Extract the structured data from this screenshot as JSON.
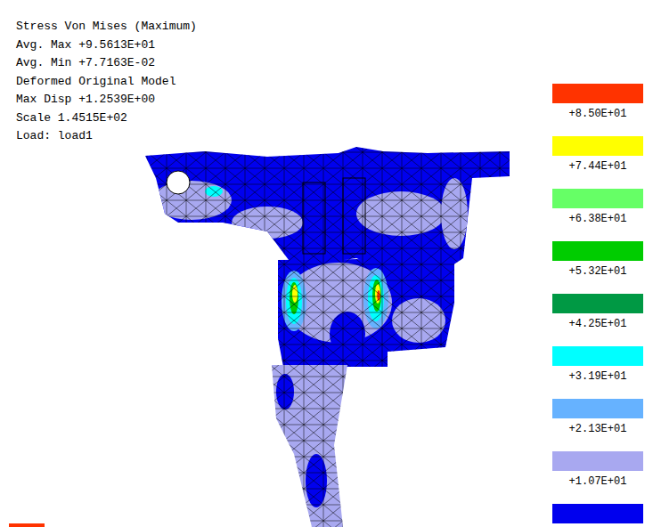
{
  "diagram": {
    "labels": [
      "Stress Von Mises (Maximum)",
      "Avg. Max  +9.5613E+01",
      "Avg. Min  +7.7163E-02",
      "Deformed Original Model",
      "Max Disp  +1.2539E+00",
      "Scale  1.4515E+02",
      "Load: load1"
    ],
    "legend": [
      {
        "text": "+8.50E+01",
        "color": "#ff3300"
      },
      {
        "text": "+7.44E+01",
        "color": "#ffff00"
      },
      {
        "text": "+6.38E+01",
        "color": "#66ff66"
      },
      {
        "text": "+5.32E+01",
        "color": "#00cc00"
      },
      {
        "text": "+4.25E+01",
        "color": "#009944"
      },
      {
        "text": "+3.19E+01",
        "color": "#00ffff"
      },
      {
        "text": "+2.13E+01",
        "color": "#66b2ff"
      },
      {
        "text": "+1.07E+01",
        "color": "#a8a8f0"
      }
    ]
  }
}
